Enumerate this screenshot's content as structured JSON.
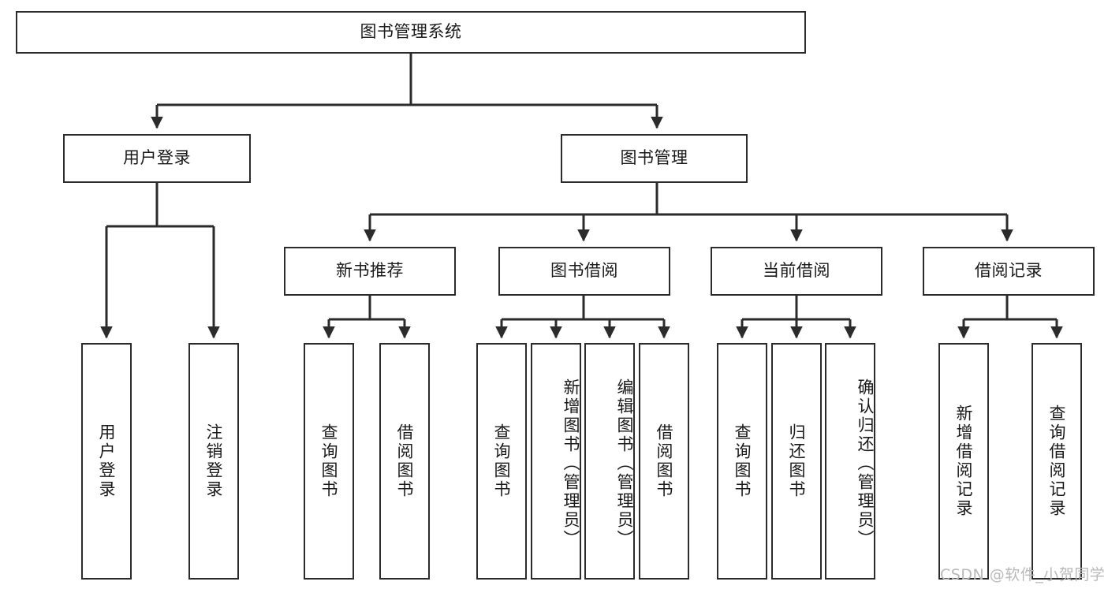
{
  "diagram": {
    "title_root": "图书管理系统",
    "watermark": "CSDN @软件_小贺同学",
    "colors": {
      "box_border": "#2b2b2b",
      "box_fill": "#ffffff",
      "connector": "#2b2b2b",
      "text": "#1a1a1a",
      "watermark": "#b9b9b9",
      "background": "#ffffff"
    },
    "levels": {
      "root": {
        "label": "图书管理系统"
      },
      "level2": [
        {
          "label": "用户登录"
        },
        {
          "label": "图书管理"
        }
      ],
      "level3": [
        {
          "label": "新书推荐"
        },
        {
          "label": "图书借阅"
        },
        {
          "label": "当前借阅"
        },
        {
          "label": "借阅记录"
        }
      ],
      "leaves_user_login": [
        {
          "label": "用户登录"
        },
        {
          "label": "注销登录"
        }
      ],
      "leaves_new_book": [
        {
          "label": "查询图书"
        },
        {
          "label": "借阅图书"
        }
      ],
      "leaves_borrow": [
        {
          "label": "查询图书"
        },
        {
          "label": "新增图书（管理员）"
        },
        {
          "label": "编辑图书（管理员）"
        },
        {
          "label": "借阅图书"
        }
      ],
      "leaves_current": [
        {
          "label": "查询图书"
        },
        {
          "label": "归还图书"
        },
        {
          "label": "确认归还（管理员）"
        }
      ],
      "leaves_records": [
        {
          "label": "新增借阅记录"
        },
        {
          "label": "查询借阅记录"
        }
      ]
    }
  }
}
